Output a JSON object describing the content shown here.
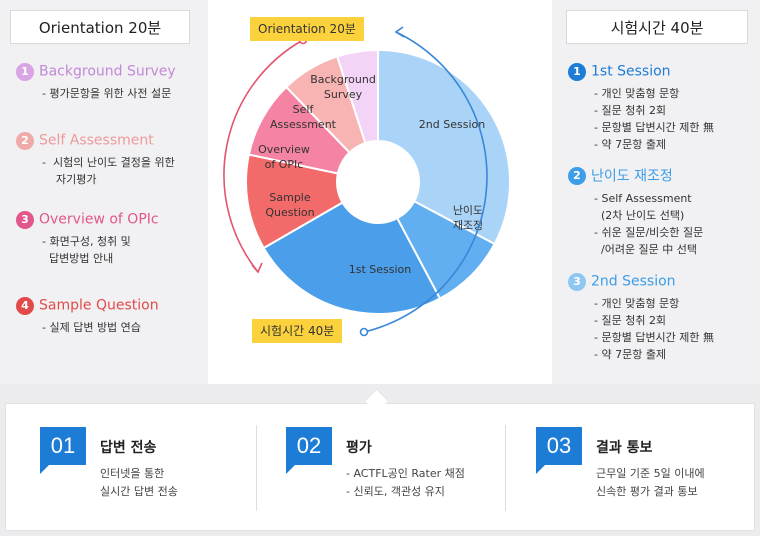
{
  "left": {
    "title": "Orientation 20분",
    "steps": [
      {
        "num": "1",
        "title": "Background Survey",
        "color": "#c288d8",
        "lines": "- 평가문항을 위한 사전 설문"
      },
      {
        "num": "2",
        "title": "Self Assessment",
        "color": "#ee9a9a",
        "lines": "-  시험의 난이도 결정을 위한\n    자기평가"
      },
      {
        "num": "3",
        "title": "Overview of OPIc",
        "color": "#e2568c",
        "lines": "- 화면구성, 청취 및\n  답변방법 안내"
      },
      {
        "num": "4",
        "title": "Sample Question",
        "color": "#e24a4a",
        "lines": "- 실제 답변 방법 연습"
      }
    ]
  },
  "right": {
    "title": "시험시간 40분",
    "steps": [
      {
        "num": "1",
        "title": "1st Session",
        "color": "#1d7cd6",
        "lines": "- 개인 맞춤형 문항\n- 질문 청취 2회\n- 문항별 답변시간 제한 無\n- 약 7문항 출제"
      },
      {
        "num": "2",
        "title": "난이도 재조정",
        "color": "#3d9de8",
        "lines": "- Self Assessment\n  (2차 난이도 선택)\n- 쉬운 질문/비슷한 질문\n  /어려운 질문 中 선택"
      },
      {
        "num": "3",
        "title": "2nd Session",
        "color": "#8ec8f2",
        "lines": "- 개인 맞춤형 문항\n- 질문 청취 2회\n- 문항별 답변시간 제한 無\n- 약 7문항 출제"
      }
    ]
  },
  "diagram": {
    "top_tag": "Orientation 20분",
    "bottom_tag": "시험시간 40분",
    "segments": [
      {
        "label": "2nd Session",
        "color": "#a9d4f7"
      },
      {
        "label": "난이도\n재조정",
        "color": "#61aef0"
      },
      {
        "label": "1st Session",
        "color": "#4b9ee9"
      },
      {
        "label": "Sample\nQuestion",
        "color": "#f26a6a"
      },
      {
        "label": "Overview\nof OPIc",
        "color": "#f583a3"
      },
      {
        "label": "Self\nAssessment",
        "color": "#f8b3b3"
      },
      {
        "label": "Background\nSurvey",
        "color": "#f3d4f6"
      }
    ]
  },
  "bottom": [
    {
      "num": "01",
      "title": "답변 전송",
      "lines": "인터넷을 통한\n실시간 답변 전송"
    },
    {
      "num": "02",
      "title": "평가",
      "lines": "- ACTFL공인 Rater 채점\n- 신뢰도, 객관성 유지"
    },
    {
      "num": "03",
      "title": "결과 통보",
      "lines": "근무일 기준 5일 이내에\n신속한 평가 결과 통보"
    }
  ],
  "colors": {
    "red_arc": "#e2566c",
    "blue_arc": "#3a86d8",
    "badge": "#1d7cd6"
  }
}
